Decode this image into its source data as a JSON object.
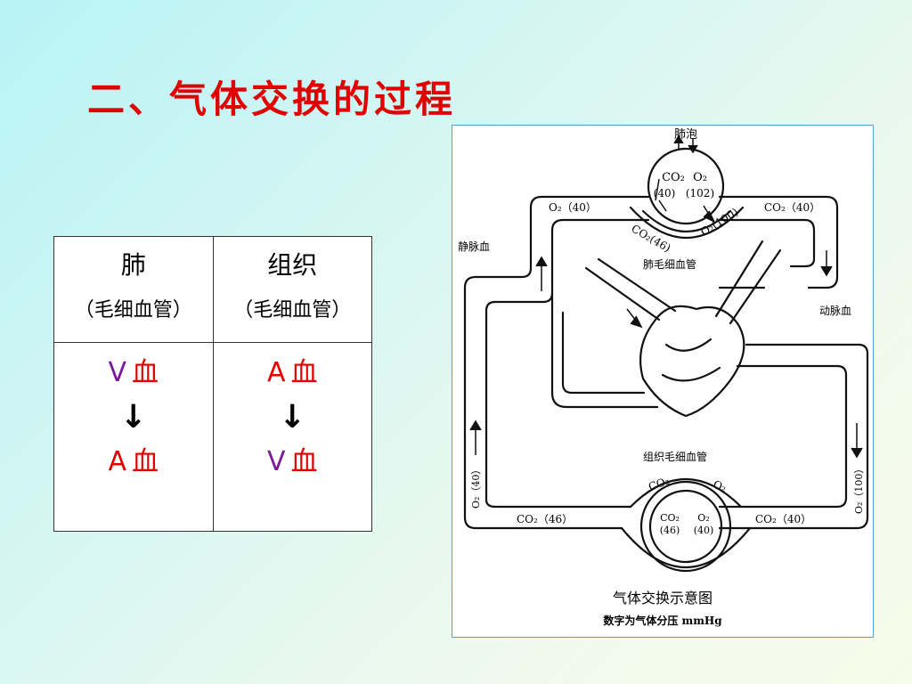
{
  "slide": {
    "title": "二、气体交换的过程"
  },
  "table": {
    "columns": [
      {
        "name": "肺",
        "sub": "（毛细血管）",
        "from_letter": "V",
        "from_word": "血",
        "from_color": "#7a1a9a",
        "arrow": "↓",
        "to_letter": "A",
        "to_word": "血",
        "to_color": "#e00000"
      },
      {
        "name": "组织",
        "sub": "（毛细血管）",
        "from_letter": "A",
        "from_word": "血",
        "from_color": "#e00000",
        "arrow": "↓",
        "to_letter": "V",
        "to_word": "血",
        "to_color": "#7a1a9a"
      }
    ]
  },
  "diagram": {
    "alveolus_label": "肺泡",
    "alveolus_co2": "CO₂",
    "alveolus_o2": "O₂",
    "alveolus_co2_value": "(40)",
    "alveolus_o2_value": "(102)",
    "pulm_in_co2": "CO₂(46)",
    "pulm_in_o2": "O₂(100)",
    "venous_o2": "O₂（40）",
    "arterial_co2": "CO₂（40）",
    "venous_blood_label": "静脉血",
    "arterial_blood_label": "动脉血",
    "pulm_capillary_label": "肺毛细血管",
    "tissue_capillary_label": "组织毛细血管",
    "left_vessel_o2": "O₂（40）",
    "right_vessel_o2": "O₂（100）",
    "tissue_co2": "CO₂",
    "tissue_o2": "O₂",
    "tissue_co2_value": "CO₂",
    "tissue_o2_value": "O₂",
    "tissue_co2_num": "(46)",
    "tissue_o2_num": "(40)",
    "bottom_left_co2": "CO₂（46）",
    "bottom_right_co2": "CO₂（40）",
    "caption": "气体交换示意图",
    "note": "数字为气体分压 mmHg"
  }
}
